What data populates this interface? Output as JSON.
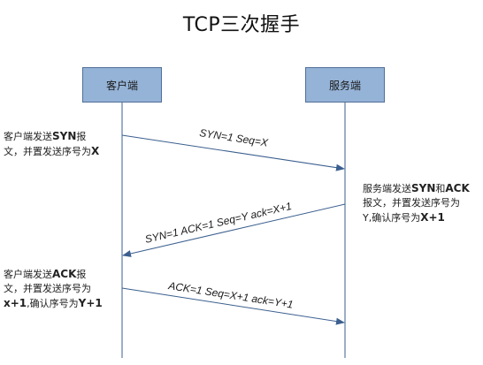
{
  "title": "TCP三次握手",
  "actors": {
    "client": "客户端",
    "server": "服务端"
  },
  "messages": [
    {
      "label": "SYN=1   Seq=X",
      "direction": "client-to-server"
    },
    {
      "label": "SYN=1 ACK=1 Seq=Y  ack=X+1",
      "direction": "server-to-client"
    },
    {
      "label": "ACK=1  Seq=X+1 ack=Y+1",
      "direction": "client-to-server"
    }
  ],
  "notes": {
    "note1": {
      "line1_a": "客户端发送",
      "line1_b": "SYN",
      "line1_c": "报",
      "line2_a": "文，并置发送序号为",
      "line2_b": "X"
    },
    "note2": {
      "line1_a": "服务端发送",
      "line1_b": "SYN",
      "line1_c": "和",
      "line1_d": "ACK",
      "line2": "报文，并置发送序号为",
      "line3_a": "Y,确认序号为",
      "line3_b": "X+1"
    },
    "note3": {
      "line1_a": "客户端发送",
      "line1_b": "ACK",
      "line1_c": "报",
      "line2": "文，并置发送序号为",
      "line3_a": "x+1",
      "line3_b": ",确认序号为",
      "line3_c": "Y+1"
    }
  },
  "colors": {
    "box_fill": "#95b3d7",
    "box_border": "#4f6f99",
    "line": "#3b5f8f",
    "arrow": "#3b5f8f"
  }
}
